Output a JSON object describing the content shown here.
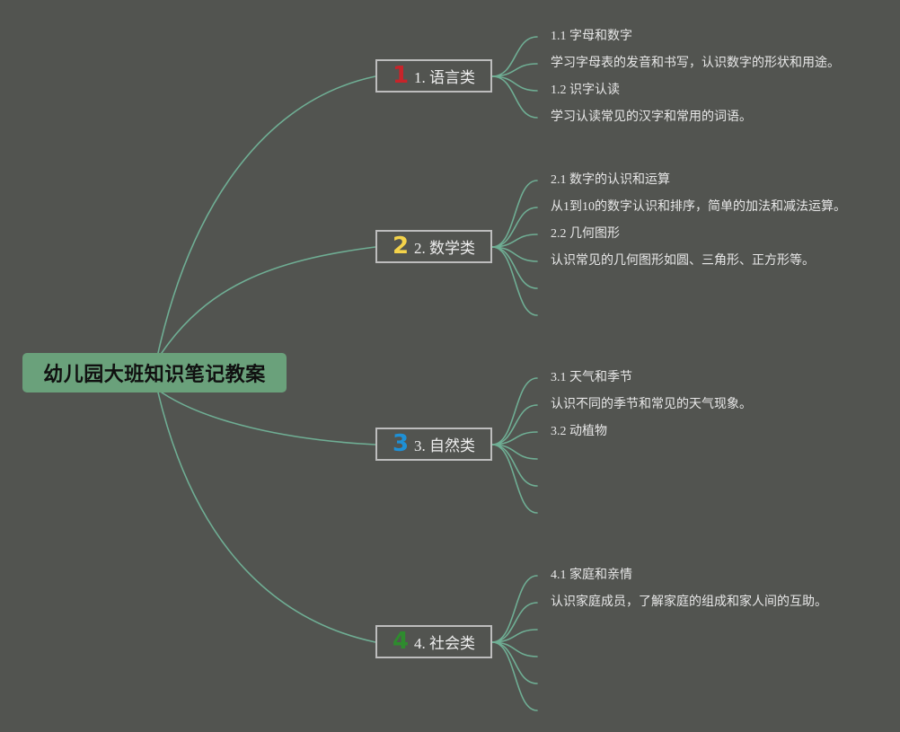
{
  "colors": {
    "background": "#525450",
    "connector": "#6fae94",
    "root_fill": "#6aa17b",
    "branch_border": "#bdbdbd",
    "text": "#e8e8e8"
  },
  "root": {
    "label": "幼儿园大班知识笔记教案"
  },
  "branches": [
    {
      "icon": "number-1-icon",
      "marker": "1",
      "marker_color": "#c8242a",
      "label": "1. 语言类",
      "leaves": [
        "1.1 字母和数字",
        "学习字母表的发音和书写，认识数字的形状和用途。",
        "1.2 识字认读",
        "学习认读常见的汉字和常用的词语。"
      ],
      "empty_leaf_count": 0
    },
    {
      "icon": "number-2-icon",
      "marker": "2",
      "marker_color": "#f4d34a",
      "label": "2. 数学类",
      "leaves": [
        "2.1 数字的认识和运算",
        "从1到10的数字认识和排序，简单的加法和减法运算。",
        "2.2 几何图形",
        "认识常见的几何图形如圆、三角形、正方形等。"
      ],
      "empty_leaf_count": 2
    },
    {
      "icon": "number-3-icon",
      "marker": "3",
      "marker_color": "#1e90d6",
      "label": "3. 自然类",
      "leaves": [
        "3.1 天气和季节",
        "认识不同的季节和常见的天气现象。",
        "3.2 动植物"
      ],
      "empty_leaf_count": 3
    },
    {
      "icon": "number-4-icon",
      "marker": "4",
      "marker_color": "#2e8b2e",
      "label": "4. 社会类",
      "leaves": [
        "4.1 家庭和亲情",
        "认识家庭成员，了解家庭的组成和家人间的互助。"
      ],
      "empty_leaf_count": 4
    }
  ]
}
